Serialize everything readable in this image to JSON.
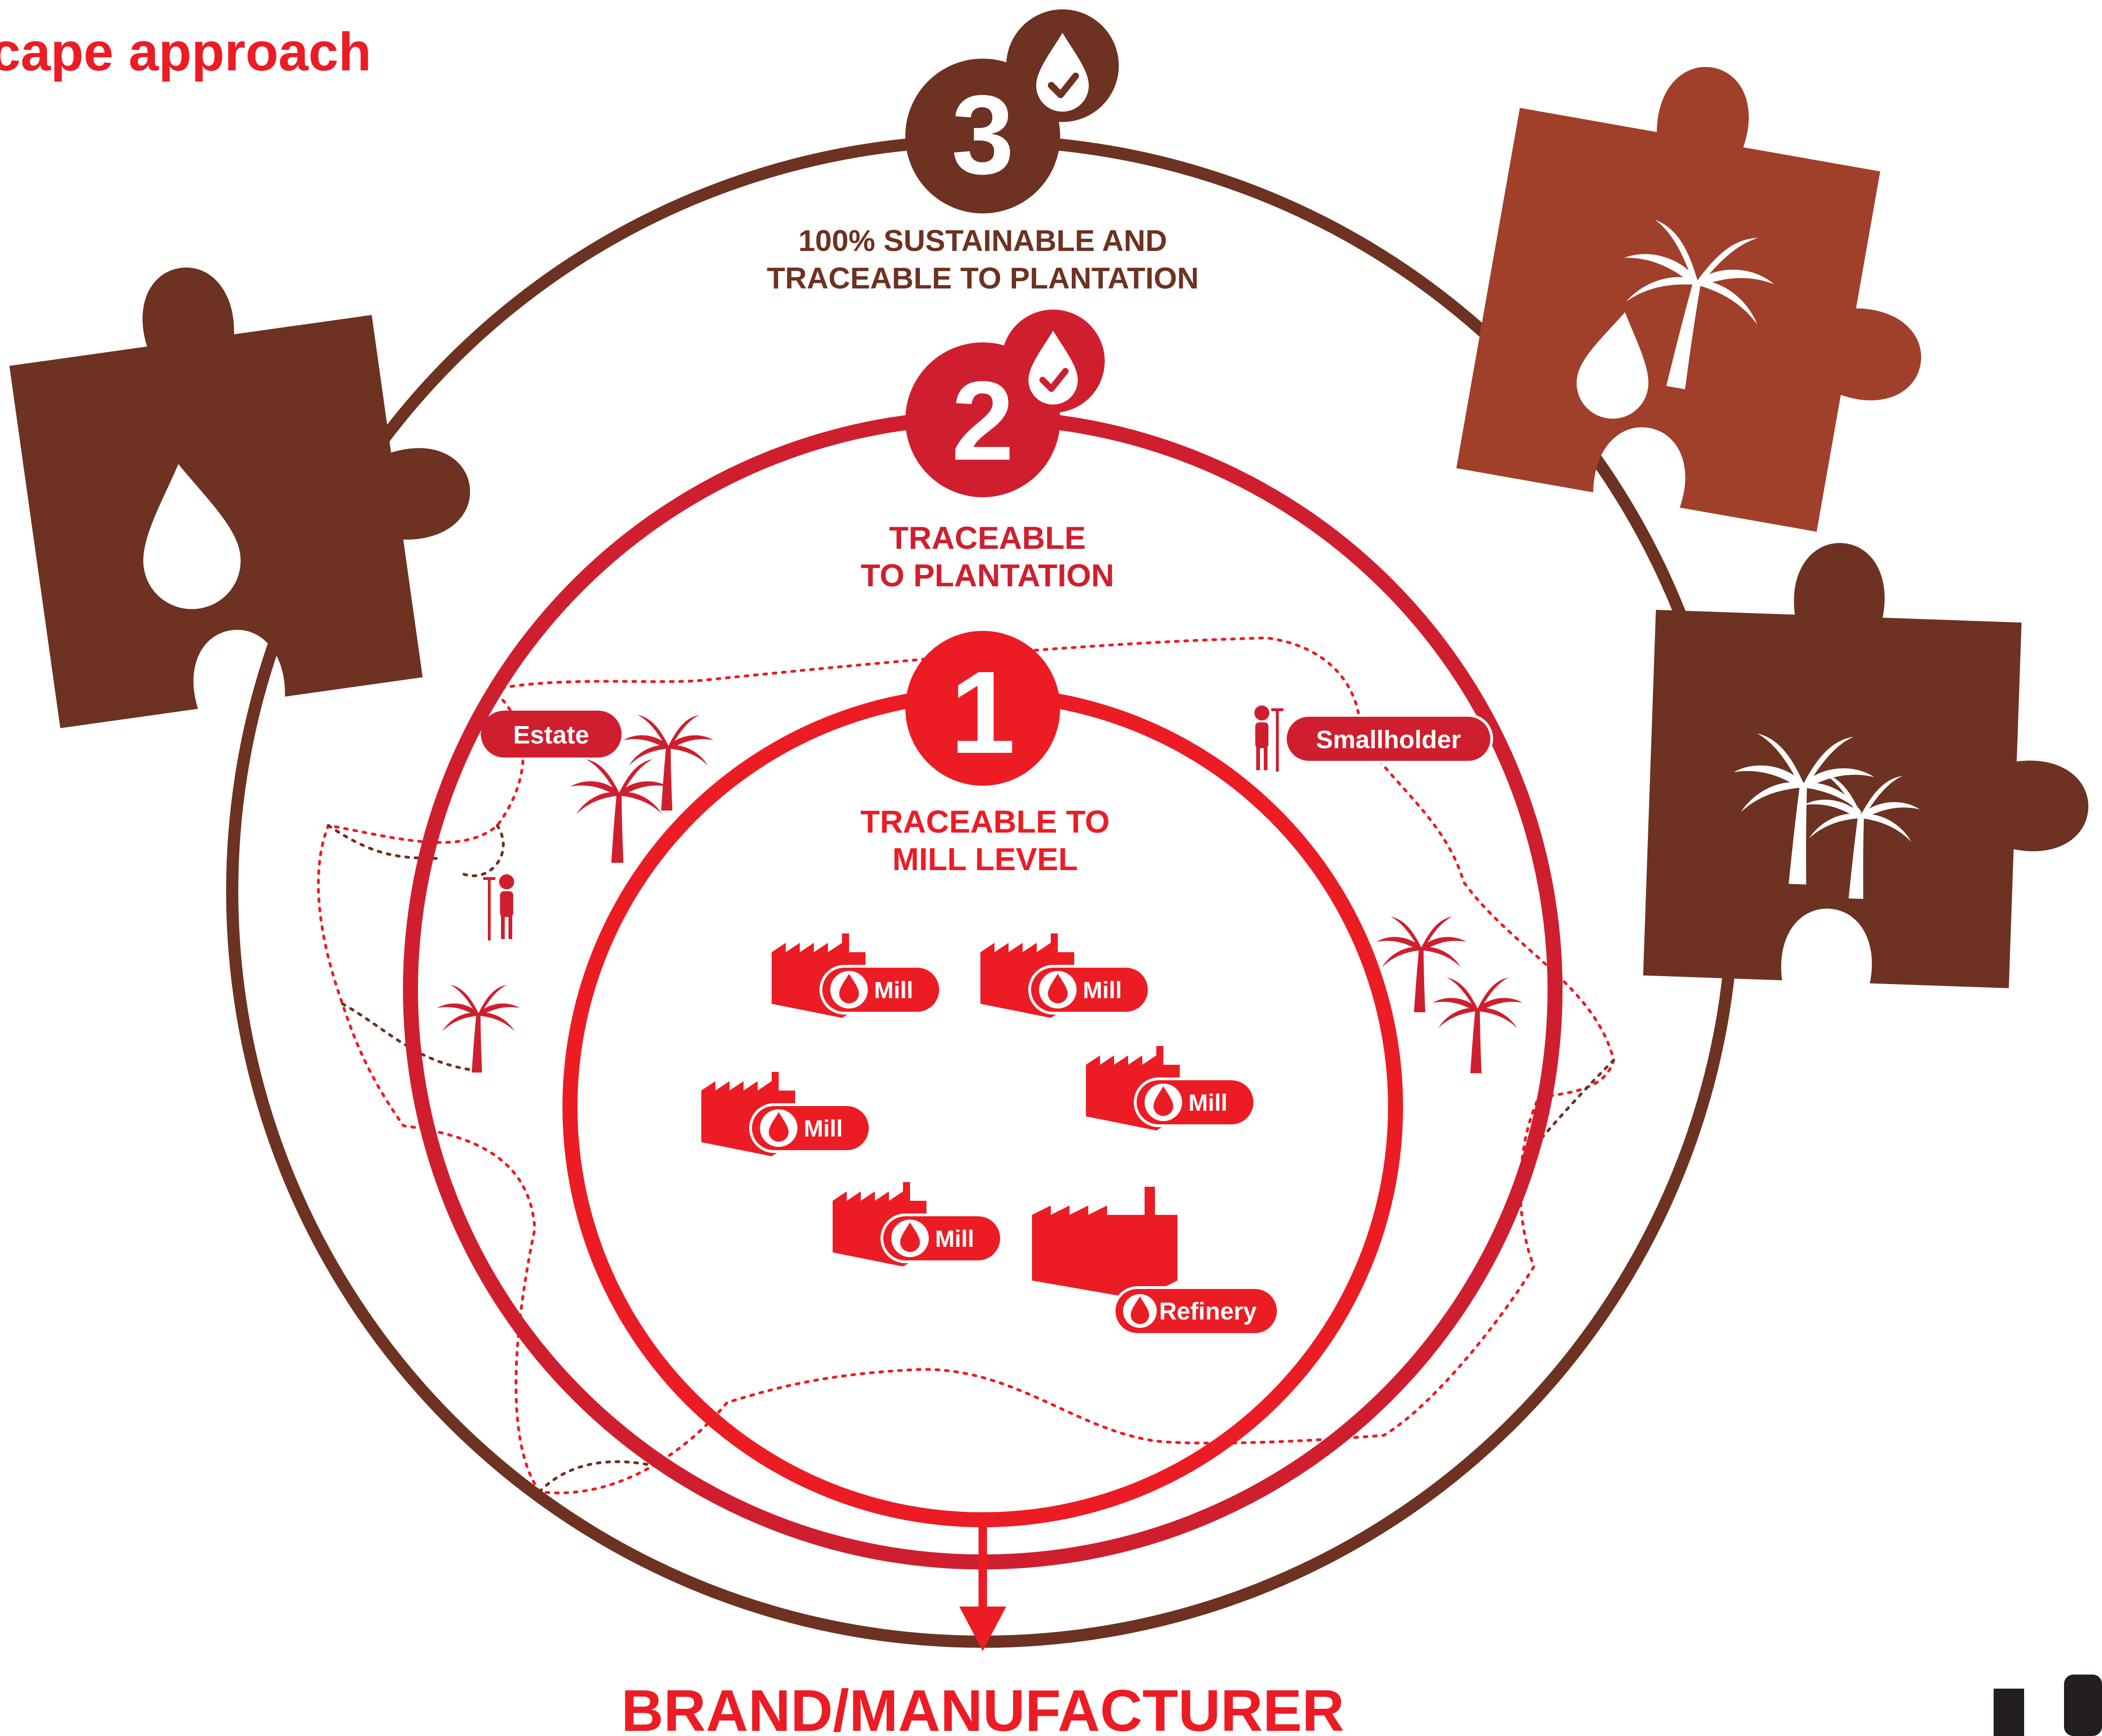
{
  "header": {
    "title": "cape approach"
  },
  "levels": [
    {
      "number": "1",
      "label_line1": "TRACEABLE TO",
      "label_line2": "MILL LEVEL"
    },
    {
      "number": "2",
      "label_line1": "TRACEABLE",
      "label_line2": "TO PLANTATION"
    },
    {
      "number": "3",
      "label_line1": "100% SUSTAINABLE AND",
      "label_line2": "TRACEABLE TO PLANTATION"
    }
  ],
  "tags": {
    "estate": "Estate",
    "smallholder": "Smallholder",
    "mills": [
      "Mill",
      "Mill",
      "Mill",
      "Mill",
      "Mill"
    ],
    "refinery": "Refinery"
  },
  "output": {
    "label": "BRAND/MANUFACTURER"
  },
  "colors": {
    "red": "#ec1c24",
    "crimson": "#cf1f2e",
    "brown": "#6d3221",
    "rust": "#a0402b",
    "white": "#ffffff"
  },
  "icons": [
    "oil-drop-icon",
    "check-icon",
    "palm-tree-icon",
    "farmer-icon",
    "factory-icon",
    "puzzle-piece-icon"
  ]
}
